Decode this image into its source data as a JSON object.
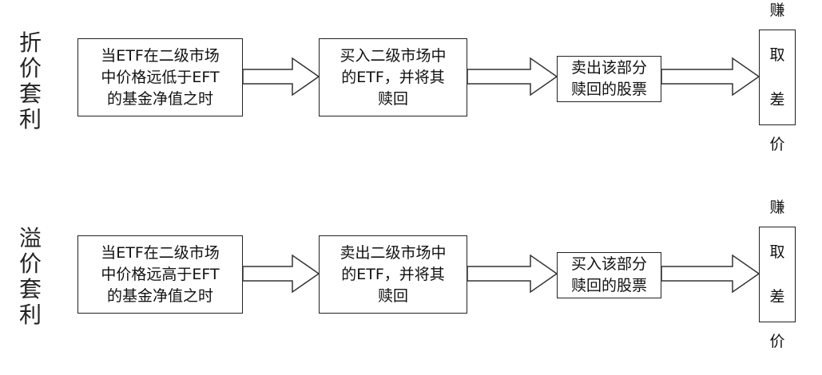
{
  "rows": [
    {
      "label": [
        "折",
        "价",
        "套",
        "利"
      ],
      "step1": "当ETF在二级市场\n中价格远低于EFT\n的基金净值之时",
      "step2": "买入二级市场中\n的ETF，并将其\n赎回",
      "step3": "卖出该部分\n赎回的股票",
      "step4": [
        "赚",
        "取",
        "差",
        "价"
      ]
    },
    {
      "label": [
        "溢",
        "价",
        "套",
        "利"
      ],
      "step1": "当ETF在二级市场\n中价格远高于EFT\n的基金净值之时",
      "step2": "卖出二级市场中\n的ETF，并将其\n赎回",
      "step3": "买入该部分\n赎回的股票",
      "step4": [
        "赚",
        "取",
        "差",
        "价"
      ]
    }
  ]
}
